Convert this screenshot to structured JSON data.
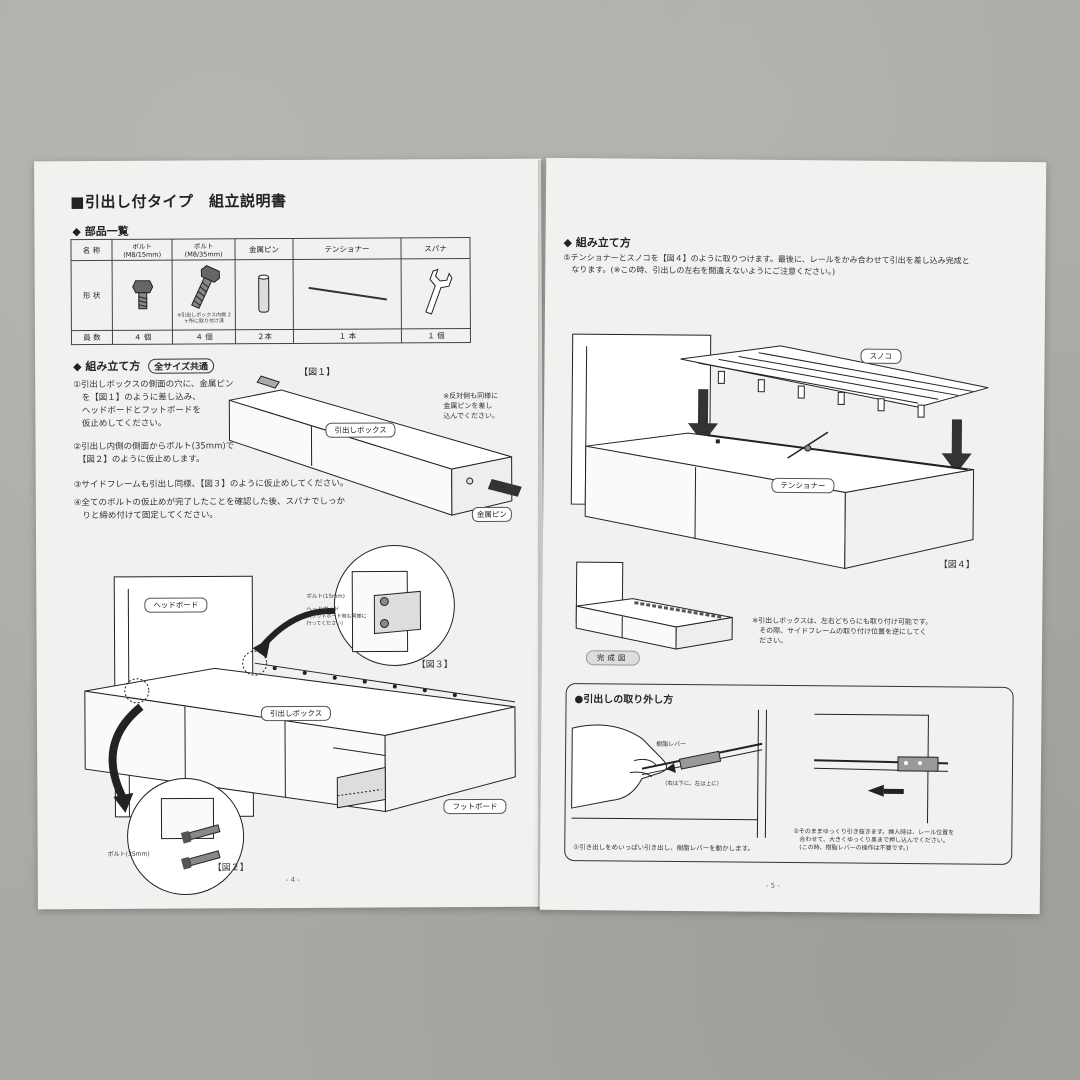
{
  "left_page": {
    "title": "■引出し付タイプ　組立説明書",
    "parts_heading": "◆ 部品一覧",
    "parts_table": {
      "row_labels": [
        "名 称",
        "形 状",
        "員 数"
      ],
      "names": [
        "ボルト (M8/15mm)",
        "ボルト (M8/35mm)",
        "金属ピン",
        "テンショナー",
        "スパナ"
      ],
      "counts": [
        "４ 個",
        "４ 個",
        "２本",
        "１ 本",
        "１ 個"
      ],
      "bolt35_note": "※引出しボックス内側 2ヶ所に取り付け済"
    },
    "assembly_heading": "◆ 組み立て方",
    "assembly_badge": "全サイズ共通",
    "fig1_label": "【図１】",
    "fig2_label": "【図２】",
    "fig3_label": "【図３】",
    "steps": [
      "①引出しボックスの側面の穴に、金属ピン",
      "　を【図１】のように差し込み、",
      "　ヘッドボードとフットボードを",
      "　仮止めしてください。",
      "②引出し内側の側面からボルト(35mm)で",
      "　【図２】のように仮止めします。",
      "③サイドフレームも引出し同様、【図３】のように仮止めしてください。",
      "④全てのボルトの仮止めが完了したことを確認した後、スパナでしっか",
      "　りと締め付けて固定してください。"
    ],
    "fig1_note": [
      "※反対側も同様に",
      "金属ピンを差し",
      "込んでください。"
    ],
    "label_drawer_box": "引出しボックス",
    "label_metal_pin": "金属ピン",
    "label_headboard": "ヘッドボード",
    "label_footboard": "フットボード",
    "label_bolt15": "ボルト(15mm)",
    "label_headboard_small": "ヘッドボード",
    "label_footboard_side": "（フットボード側も同様に行ってください）",
    "label_bolt35": "ボルト(35mm)",
    "page_number": "- 4 -"
  },
  "right_page": {
    "assembly_heading": "◆ 組み立て方",
    "step5": [
      "⑤テンショナーとスノコを【図４】のように取りつけます。最後に、レールをかみ合わせて引出を差し込み完成と",
      "　なります。(※この時、引出しの左右を間違えないようにご注意ください。)"
    ],
    "label_sunoko": "スノコ",
    "label_tensioner": "テンショナー",
    "fig4_label": "【図４】",
    "completed_label": "完成図",
    "completed_note": [
      "※引出しボックスは、左右どちらにも取り付け可能です。",
      "　その際、サイドフレームの取り付け位置を逆にしてく",
      "　ださい。"
    ],
    "removal_heading": "●引出しの取り外し方",
    "label_lever": "樹脂レバー",
    "label_lever_note": "（右は下に、左は上に）",
    "removal_step1": "①引き出しをめいっぱい引き出し、樹脂レバーを動かします。",
    "removal_step2": [
      "②そのままゆっくり引き抜きます。挿入時は、レール位置を",
      "　合わせて、大きくゆっくり奥まで押し込んでください。",
      "　(この時、樹脂レバーの操作は不要です。)"
    ],
    "page_number": "- 5 -"
  },
  "colors": {
    "page": "#f1f1ef",
    "background": "#a9a9a5",
    "ink": "#222222"
  }
}
